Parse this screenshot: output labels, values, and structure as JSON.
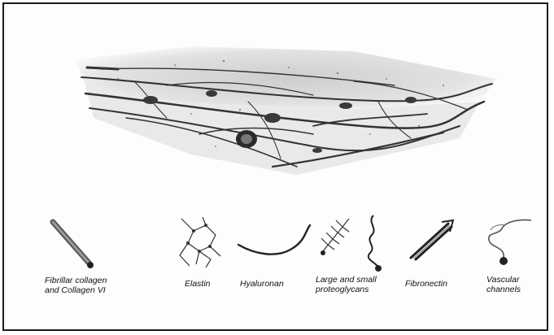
{
  "components": [
    {
      "icon": "fibrillar-collagen-icon",
      "label_lines": [
        "Fibrillar collagen",
        "and Collagen VI"
      ]
    },
    {
      "icon": "elastin-icon",
      "label_lines": [
        "Elastin"
      ]
    },
    {
      "icon": "hyaluronan-icon",
      "label_lines": [
        "Hyaluronan"
      ]
    },
    {
      "icon": "proteoglycans-icon",
      "label_lines": [
        "Large and small",
        "proteoglycans"
      ]
    },
    {
      "icon": "fibronectin-icon",
      "label_lines": [
        "Fibronectin"
      ]
    },
    {
      "icon": "vascular-channels-icon",
      "label_lines": [
        "Vascular",
        "channels"
      ]
    }
  ],
  "colors": {
    "frame": "#1a1a1a",
    "ink": "#222222",
    "background": "#fdfdfd"
  }
}
